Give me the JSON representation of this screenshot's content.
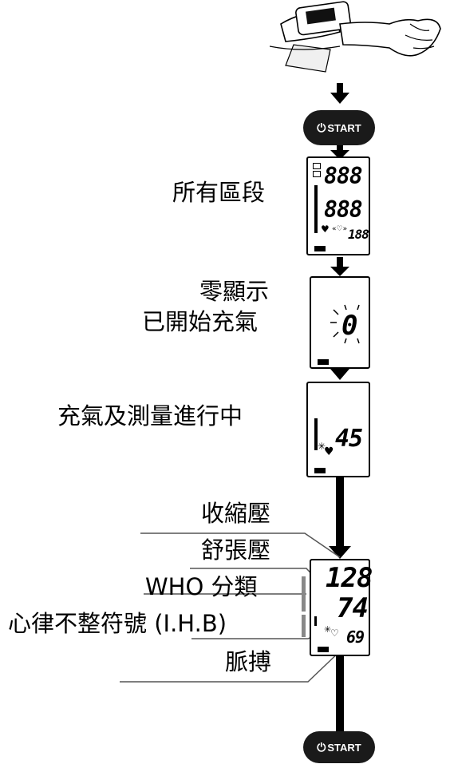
{
  "start_button_label": "START",
  "steps": {
    "all_segments": "所有區段",
    "zero_display_line1": "零顯示",
    "zero_display_line2": "已開始充氣",
    "inflating": "充氣及測量進行中"
  },
  "result_labels": {
    "systolic": "收縮壓",
    "diastolic": "舒張壓",
    "who": "WHO  分類",
    "ihb": "心律不整符號 (I.H.B)",
    "pulse": "脈搏"
  },
  "lcd_all": {
    "top": "888",
    "mid": "888",
    "small": "188"
  },
  "lcd_zero": {
    "value": "0"
  },
  "lcd_measuring": {
    "value": "45"
  },
  "lcd_result": {
    "systolic": "128",
    "diastolic": "74",
    "pulse": "69"
  },
  "colors": {
    "ink": "#000000",
    "button": "#1a1a1a",
    "leader": "#555555",
    "bar": "#888888"
  },
  "icons": [
    "wrist-cuff-illustration",
    "power-icon",
    "heart-icon",
    "battery-icon",
    "arrow-down-icon"
  ]
}
